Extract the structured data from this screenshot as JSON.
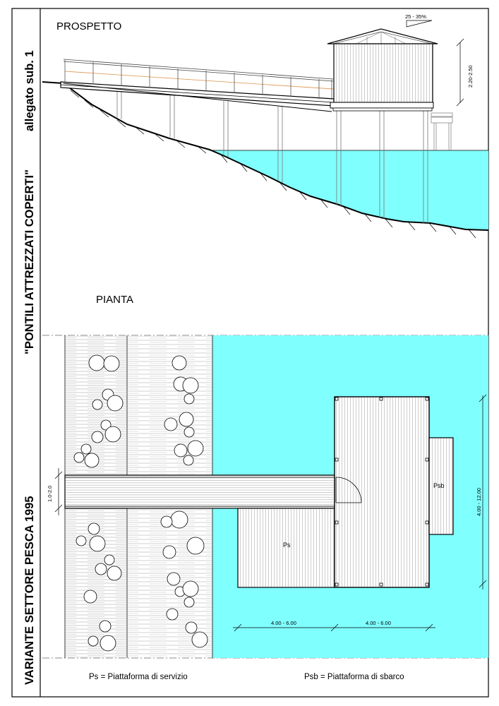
{
  "sheet": {
    "side_title": "VARIANTE SETTORE PESCA 1995",
    "side_subtitle": "\"PONTILI ATTREZZATI COPERTI\"",
    "side_annex": "allegato sub. 1"
  },
  "elevation": {
    "title": "PROSPETTO",
    "roof_slope": "25 - 35%",
    "height_dim": "2.20-2.50"
  },
  "plan": {
    "title": "PIANTA",
    "walkway_width_dim": "1.0-2.0",
    "platform_service_tag": "Ps",
    "platform_landing_tag": "Psb",
    "length_dim_left": "4.00 - 6.00",
    "length_dim_right": "4.00 - 6.00",
    "depth_dim": "4.00 - 12.00"
  },
  "legend": {
    "ps": "Ps = Piattaforma di servizio",
    "psb": "Psb = Piattaforma di sbarco"
  },
  "colors": {
    "water": "#80ffff",
    "line": "#000000",
    "rail_accent": "#e0a060",
    "plank": "#b8b8b8"
  }
}
